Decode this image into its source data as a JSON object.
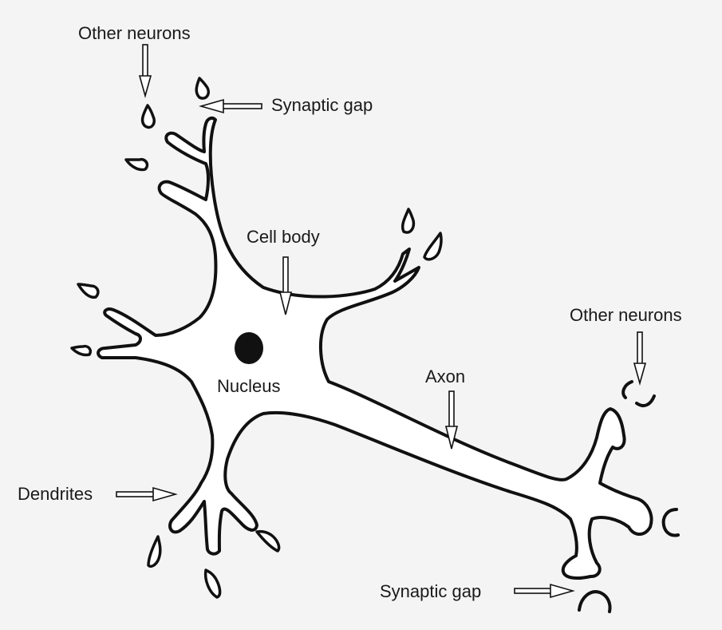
{
  "diagram": {
    "labels": {
      "other_neurons_top": "Other neurons",
      "synaptic_gap_top": "Synaptic gap",
      "cell_body": "Cell body",
      "nucleus": "Nucleus",
      "axon": "Axon",
      "other_neurons_right": "Other neurons",
      "dendrites": "Dendrites",
      "synaptic_gap_bottom": "Synaptic gap"
    },
    "colors": {
      "background": "#f4f4f4",
      "line": "#111111",
      "cell_fill": "#ffffff"
    }
  }
}
